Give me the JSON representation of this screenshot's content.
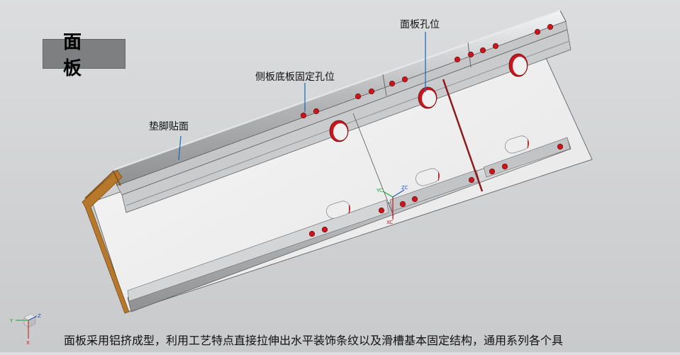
{
  "title": "面 板",
  "callouts": {
    "panel_holes": "面板孔位",
    "side_bottom_holes": "侧板底板固定孔位",
    "foot_surface": "垫脚贴面"
  },
  "caption": "面板采用铝挤成型，利用工艺特点直接拉伸出水平装饰条纹以及滑槽基本固定结构，通用系列各个具",
  "triad": {
    "view_y": "Y",
    "view_z": "Z",
    "view_x": "X",
    "csys_y": "YC",
    "csys_z": "ZC",
    "csys_x": "XC"
  },
  "colors": {
    "background": "#d6d7d9",
    "panel": "#f1f1f1",
    "rail": "#b9bbbd",
    "hole": "#c8161d",
    "edge_profile": "#b7782b",
    "leader_line": "#1e6fc0"
  }
}
